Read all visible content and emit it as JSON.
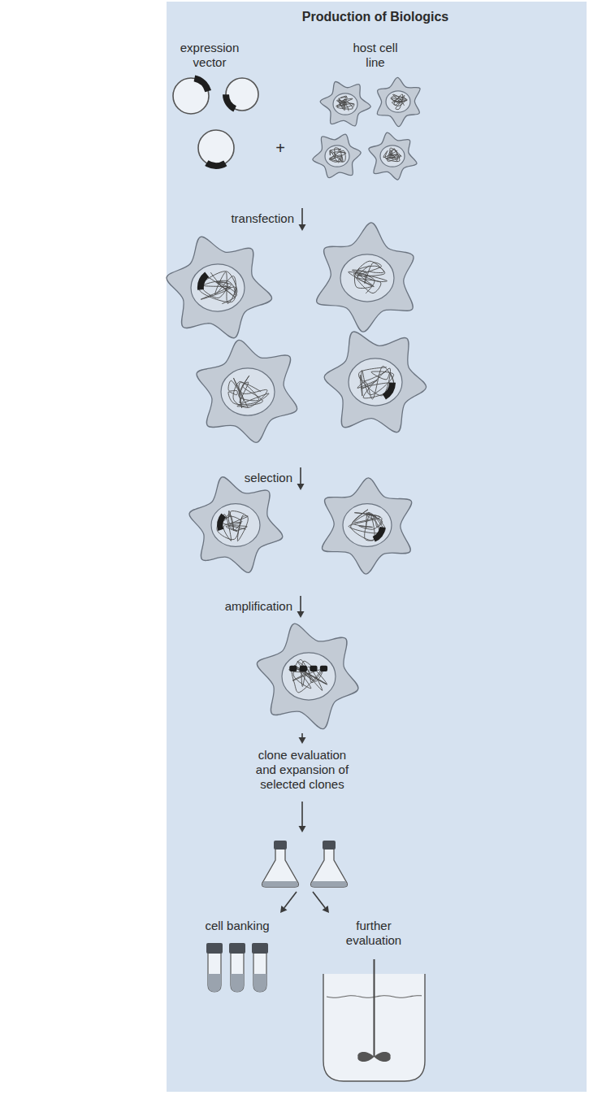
{
  "diagram": {
    "title": "Production of Biologics",
    "labels": [
      "expression vector",
      "host cell line",
      "+",
      "transfection",
      "selection",
      "amplification",
      "clone evaluation and expansion of selected clones",
      "cell banking",
      "further evaluation"
    ]
  }
}
